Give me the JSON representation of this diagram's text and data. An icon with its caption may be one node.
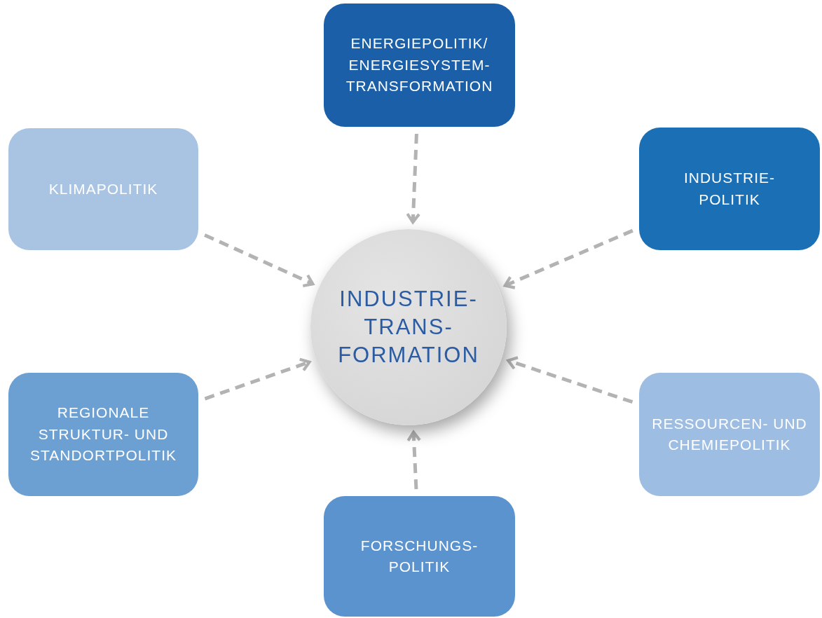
{
  "diagram": {
    "nodes": [
      {
        "text": [
          "ENERGIEPOLITIK/ ENERGIESYSTEM- TRANSFORMATION"
        ]
      },
      {
        "text": [
          "KLIMAPOLITIK"
        ]
      },
      {
        "text": [
          "INDUSTRIE- POLITIK"
        ]
      },
      {
        "text": [
          "INDUSTRIE- TRANS- FORMATION"
        ]
      },
      {
        "text": [
          "REGIONALE STRUKTUR- UND STANDORTPOLITIK"
        ]
      },
      {
        "text": [
          "RESSOURCEN- UND CHEMIEPOLITIK"
        ]
      },
      {
        "text": [
          "FORSCHUNGS- POLITIK"
        ]
      }
    ],
    "edges": [
      {
        "from": 0,
        "to": 3,
        "arrow": "to",
        "style": "dashed"
      },
      {
        "from": 1,
        "to": 3,
        "arrow": "to",
        "style": "dashed"
      },
      {
        "from": 2,
        "to": 3,
        "arrow": "to",
        "style": "dashed"
      },
      {
        "from": 4,
        "to": 3,
        "arrow": "to",
        "style": "dashed"
      },
      {
        "from": 5,
        "to": 3,
        "arrow": "to",
        "style": "dashed"
      },
      {
        "from": 6,
        "to": 3,
        "arrow": "to",
        "style": "dashed"
      }
    ]
  }
}
